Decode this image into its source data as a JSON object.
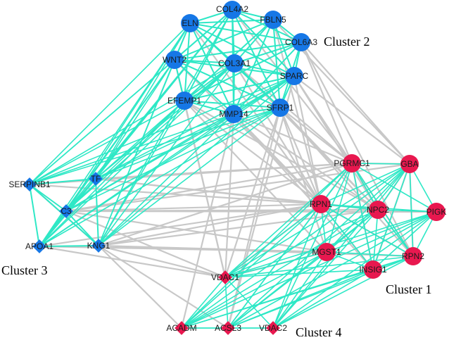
{
  "colors": {
    "blue_node": "#1677e6",
    "red_node": "#e8184f",
    "edge_inter": "#c8c8c8",
    "edge_intra": "#2ee8c6"
  },
  "cluster_labels": {
    "cluster1": "Cluster 1",
    "cluster2": "Cluster 2",
    "cluster3": "Cluster 3",
    "cluster4": "Cluster 4"
  },
  "nodes": [
    {
      "id": "COL4A2",
      "shape": "circle",
      "color": "blue",
      "cluster": 2
    },
    {
      "id": "ELN",
      "shape": "circle",
      "color": "blue",
      "cluster": 2
    },
    {
      "id": "FBLN5",
      "shape": "circle",
      "color": "blue",
      "cluster": 2
    },
    {
      "id": "COL6A3",
      "shape": "circle",
      "color": "blue",
      "cluster": 2
    },
    {
      "id": "WNT2",
      "shape": "circle",
      "color": "blue",
      "cluster": 2
    },
    {
      "id": "COL3A1",
      "shape": "circle",
      "color": "blue",
      "cluster": 2
    },
    {
      "id": "SPARC",
      "shape": "circle",
      "color": "blue",
      "cluster": 2
    },
    {
      "id": "EFEMP1",
      "shape": "circle",
      "color": "blue",
      "cluster": 2
    },
    {
      "id": "MMP14",
      "shape": "circle",
      "color": "blue",
      "cluster": 2
    },
    {
      "id": "SFRP1",
      "shape": "circle",
      "color": "blue",
      "cluster": 2
    },
    {
      "id": "SERPINB1",
      "shape": "diamond",
      "color": "blue",
      "cluster": 3
    },
    {
      "id": "TF",
      "shape": "diamond",
      "color": "blue",
      "cluster": 3
    },
    {
      "id": "C3",
      "shape": "diamond",
      "color": "blue",
      "cluster": 3
    },
    {
      "id": "APOA1",
      "shape": "diamond",
      "color": "blue",
      "cluster": 3
    },
    {
      "id": "KNG1",
      "shape": "diamond",
      "color": "blue",
      "cluster": 3
    },
    {
      "id": "PGRMC1",
      "shape": "circle",
      "color": "red",
      "cluster": 1
    },
    {
      "id": "GBA",
      "shape": "circle",
      "color": "red",
      "cluster": 1
    },
    {
      "id": "RPN1",
      "shape": "circle",
      "color": "red",
      "cluster": 1
    },
    {
      "id": "NPC2",
      "shape": "circle",
      "color": "red",
      "cluster": 1
    },
    {
      "id": "PIGK",
      "shape": "circle",
      "color": "red",
      "cluster": 1
    },
    {
      "id": "MGST1",
      "shape": "circle",
      "color": "red",
      "cluster": 1
    },
    {
      "id": "RPN2",
      "shape": "circle",
      "color": "red",
      "cluster": 1
    },
    {
      "id": "INSIG1",
      "shape": "circle",
      "color": "red",
      "cluster": 1
    },
    {
      "id": "VDAC1",
      "shape": "diamond",
      "color": "red",
      "cluster": 4
    },
    {
      "id": "ACADM",
      "shape": "diamond",
      "color": "red",
      "cluster": 4
    },
    {
      "id": "ACSL3",
      "shape": "diamond",
      "color": "red",
      "cluster": 4
    },
    {
      "id": "VDAC2",
      "shape": "diamond",
      "color": "red",
      "cluster": 4
    }
  ]
}
